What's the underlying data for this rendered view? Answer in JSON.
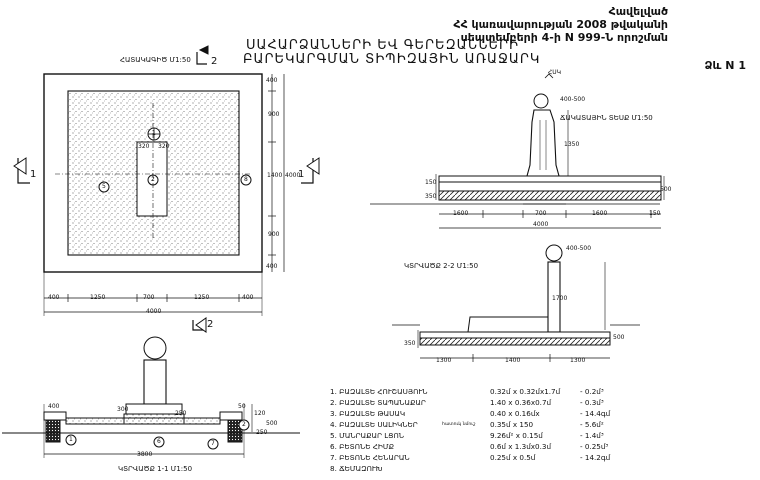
{
  "header": {
    "line1": "Հավելված",
    "line2": "ՀՀ կառավարության 2008 թվականի",
    "line3": "սեպտեմբերի 4-ի N 999-Ն որոշման",
    "form": "Ձև N 1"
  },
  "title": {
    "line1": "ՍԱՀԱՐՁԱՆՆԵՐԻ ԵՎ ԳԵՐԵԶԱՆՆԵՐԻ",
    "line2": "ԲԱՐԵԿԱՐԳՄԱՆ ՏԻՊԻԶԱՅԻՆ ԱՌԱՋԱՐԿ"
  },
  "views": {
    "plan": "ՀԱՏԱԿԱԳԻԾ Մ1:50",
    "front": "ՃԱԿԱՏԱՅԻՆ ՏԵՍՔ Մ1:50",
    "section22": "ԿՏՐՎԱԾՔ 2-2 Մ1:50",
    "section11": "ԿՏՐՎԱԾՔ 1-1 Մ1:50"
  },
  "section_marks": {
    "one": "1",
    "two": "2"
  },
  "callouts": {
    "c1": "1",
    "c2": "2",
    "c5": "5",
    "c6": "6",
    "c7": "7",
    "c8": "8"
  },
  "plan_dims": {
    "inner_tl": "320",
    "inner_tr": "320",
    "right_top": "400",
    "right_mid1": "900",
    "right_mid2": "1400",
    "right_total": "4000",
    "right_mid3": "900",
    "right_bottom": "400",
    "bottom": [
      "400",
      "1250",
      "700",
      "1250",
      "400"
    ],
    "bottom_total": "4000"
  },
  "front_dims": {
    "head": "400-500",
    "height": "1350",
    "label_top": "150",
    "label_bottom": "350",
    "base_right": "500",
    "row": [
      "1600",
      "700",
      "1600",
      "150"
    ],
    "total": "4000",
    "tag": "ՀՍԿ"
  },
  "s22_dims": {
    "head": "400-500",
    "height": "1700",
    "left": "350",
    "right": "500",
    "row": [
      "1300",
      "1400",
      "1300"
    ]
  },
  "s11_dims": {
    "left": "400",
    "l300": "300",
    "r50": "50",
    "r120": "120",
    "r500": "500",
    "r250": "250",
    "s250": "250",
    "total": "3800"
  },
  "specs": [
    {
      "name": "1. ԲԱԶԱԼՏԵ ՀՈՒՇԱՍՅՈՒՆ",
      "size": "0.32մ x 0.32մx1.7մ",
      "qty": "- 0.2մ³"
    },
    {
      "name": "2. ԲԱԶԱԼՏԵ ՏԱՊԱՆԱՔԱՐ",
      "size": "1.40 x 0.36x0.7մ",
      "qty": "- 0.3մ³"
    },
    {
      "name": "3. ԲԱԶԱԼՏԵ ԹԱՍԱԿ",
      "size": "0.40 x 0.16մx",
      "qty": "- 14.4գմ"
    },
    {
      "name": "4. ԲԱԶԱԼՏԵ ՍԱԼԻԿՆԵՐ",
      "size": "0.35մ x 150",
      "qty": "- 5.6մ²"
    },
    {
      "name": "5. ՄԱՆՐԱՔԱՐ ԼՑՈՆ",
      "size": "9.26մ² x 0.15մ",
      "qty": "- 1.4մ³"
    },
    {
      "name": "6. ԲԵՏՈՆԵ ՀԻՄՔ",
      "size": "0.6մ x 1.3մx0.3մ",
      "qty": "- 0.25մ³"
    },
    {
      "name": "7. ԲԵՏՈՆԵ ՀԵՆԱՐԱՆ",
      "size": "0.25մ x 0.5մ",
      "qty": "- 14.2գմ"
    },
    {
      "name": "8. ՃԵՄԱԶՈՒԽ",
      "size": "",
      "qty": ""
    }
  ],
  "spec_note": "հատուկ նմուշ"
}
